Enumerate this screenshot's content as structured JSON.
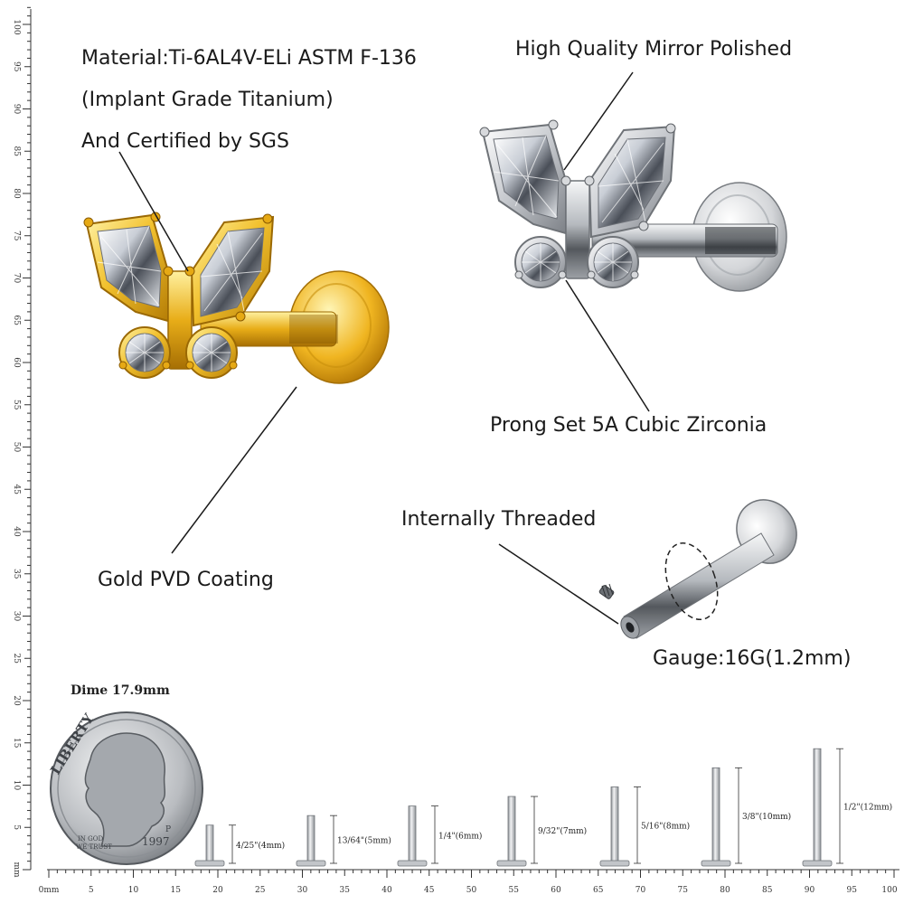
{
  "callouts": {
    "material": [
      "Material:Ti-6AL4V-ELi ASTM F-136",
      "(Implant Grade Titanium)",
      "And Certified by SGS"
    ],
    "polish": "High Quality Mirror Polished",
    "gold_coating": "Gold PVD Coating",
    "zirconia": "Prong Set 5A Cubic Zirconia",
    "threaded": "Internally Threaded",
    "gauge": "Gauge:16G(1.2mm)"
  },
  "dime": {
    "caption": "Dime 17.9mm",
    "word": "LIBERTY",
    "motto_line1": "IN GOD",
    "motto_line2": "WE TRUST",
    "year": "1997",
    "mint": "P"
  },
  "ruler": {
    "unit_label": "mm",
    "zero_label": "0mm",
    "bottom_labels": [
      "0mm",
      "5",
      "10",
      "15",
      "20",
      "25",
      "30",
      "35",
      "40",
      "45",
      "50",
      "55",
      "60",
      "65",
      "70",
      "75",
      "80",
      "85",
      "90",
      "95",
      "100"
    ],
    "side_labels": [
      "mm",
      "5",
      "10",
      "15",
      "20",
      "25",
      "30",
      "35",
      "40",
      "45",
      "50",
      "55",
      "60",
      "65",
      "70",
      "75",
      "80",
      "85",
      "90",
      "95",
      "100"
    ]
  },
  "post_sizes": [
    {
      "label": "4/25\"(4mm)",
      "mm": 4
    },
    {
      "label": "13/64\"(5mm)",
      "mm": 5
    },
    {
      "label": "1/4\"(6mm)",
      "mm": 6
    },
    {
      "label": "9/32\"(7mm)",
      "mm": 7
    },
    {
      "label": "5/16\"(8mm)",
      "mm": 8
    },
    {
      "label": "3/8\"(10mm)",
      "mm": 10
    },
    {
      "label": "1/2\"(12mm)",
      "mm": 12
    }
  ],
  "colors": {
    "gold": "#e2a817",
    "gold_light": "#f7d54a",
    "silver": "#c9ccd1",
    "silver_dark": "#6e7278",
    "text": "#1a1a1a"
  }
}
